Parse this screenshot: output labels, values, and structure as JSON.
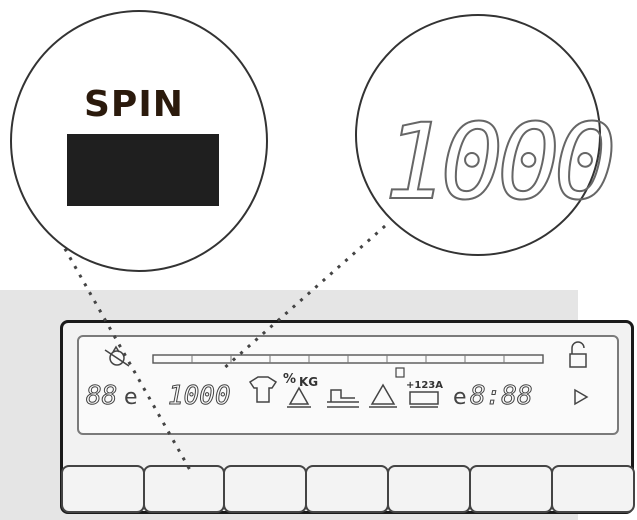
{
  "spin_callout": {
    "label": "SPIN"
  },
  "speed_callout": {
    "value": "1000"
  },
  "display": {
    "left_digits": "88",
    "spin_speed": "1000",
    "weight_unit": "KG",
    "percent": "%",
    "step_label": "+123A",
    "time": "8:88"
  },
  "buttons": [
    "",
    "",
    "",
    "",
    "",
    "",
    ""
  ],
  "colors": {
    "outline": "#1a1a1a",
    "segment": "#555555",
    "panel_bg": "#e5e5e5",
    "spin_box": "#1f1f1f"
  }
}
